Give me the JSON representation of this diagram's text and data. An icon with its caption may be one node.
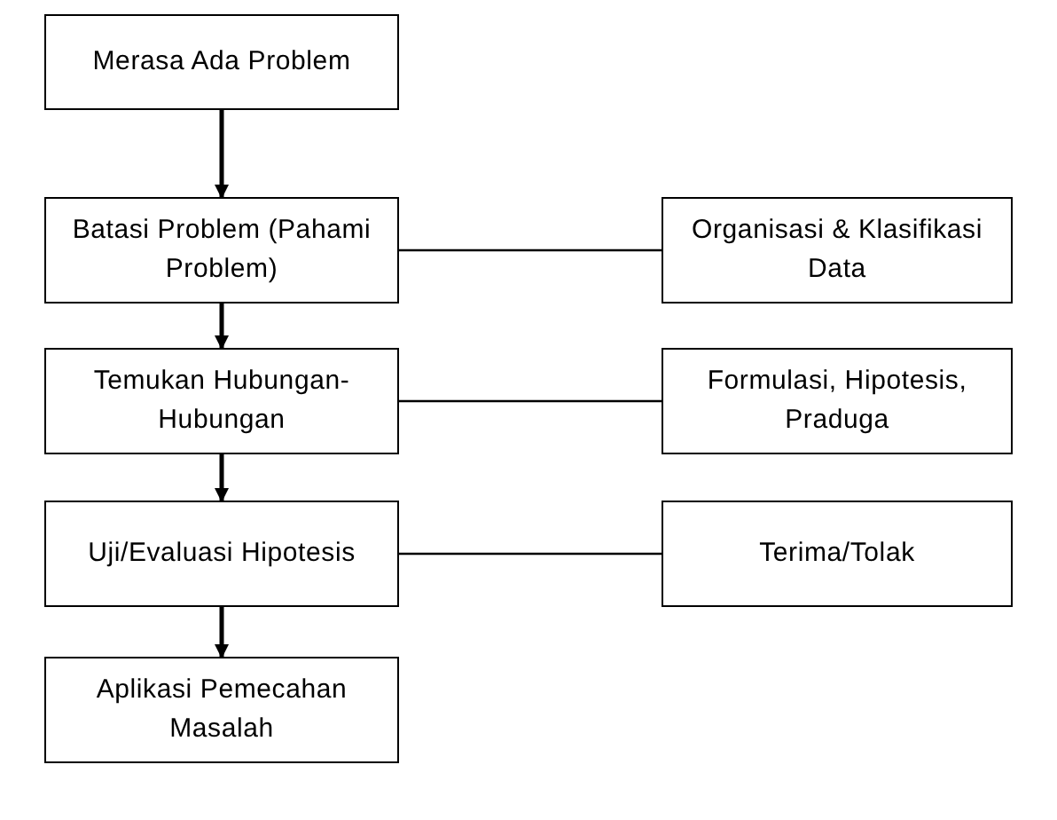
{
  "diagram": {
    "nodes": [
      {
        "text": [
          "Merasa Ada Problem"
        ]
      },
      {
        "text": [
          "Batasi Problem (Pahami Problem)"
        ]
      },
      {
        "text": [
          "Organisasi & Klasifikasi Data"
        ]
      },
      {
        "text": [
          "Temukan Hubungan-Hubungan"
        ]
      },
      {
        "text": [
          "Formulasi, Hipotesis, Praduga"
        ]
      },
      {
        "text": [
          "Uji/Evaluasi Hipotesis"
        ]
      },
      {
        "text": [
          "Terima/Tolak"
        ]
      },
      {
        "text": [
          "Aplikasi Pemecahan Masalah"
        ]
      }
    ],
    "edges": [
      {
        "from": 0,
        "to": 1,
        "arrow": "to"
      },
      {
        "from": 1,
        "to": 2,
        "arrow": "none"
      },
      {
        "from": 1,
        "to": 3,
        "arrow": "to"
      },
      {
        "from": 3,
        "to": 4,
        "arrow": "none"
      },
      {
        "from": 3,
        "to": 5,
        "arrow": "to"
      },
      {
        "from": 5,
        "to": 6,
        "arrow": "none"
      },
      {
        "from": 5,
        "to": 7,
        "arrow": "to"
      }
    ]
  }
}
